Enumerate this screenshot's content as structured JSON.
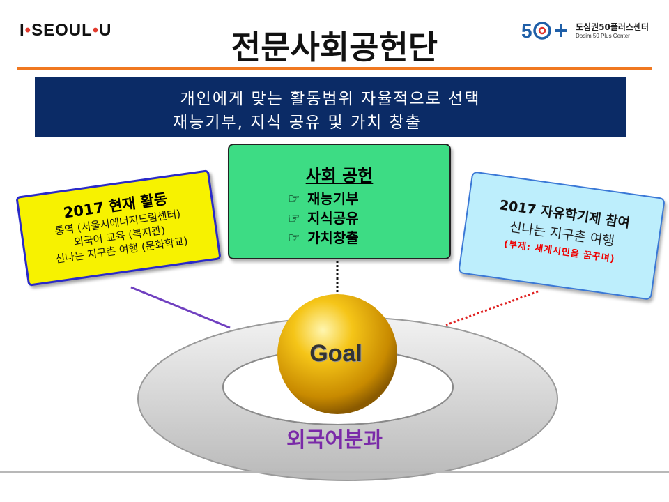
{
  "header": {
    "logo_left": {
      "part1": "I",
      "part2": "SEOUL",
      "part3": "U"
    },
    "logo_right": {
      "mark": "50",
      "name": "도심권50플러스센터",
      "sub": "Dosim 50 Plus Center"
    },
    "title": "전문사회공헌단"
  },
  "banner": {
    "line1": "개인에게 맞는 활동범위 자율적으로 선택",
    "line2": "재능기부, 지식 공유 및 가치 창출"
  },
  "left_note": {
    "title": "2017 현재 활동",
    "lines": [
      "통역 (서울시에너지드림센터)",
      "외국어 교육 (복지관)",
      "신나는 지구촌 여행 (문화학교)"
    ]
  },
  "center_box": {
    "title": "사회 공헌",
    "bullet_icon": "pointing-hand-icon",
    "items": [
      "재능기부",
      "지식공유",
      "가치창출"
    ]
  },
  "right_note": {
    "title": "2017 자유학기제 참여",
    "line": "신나는 지구촌 여행",
    "sub": "(부제: 세계시민을 꿈꾸며)"
  },
  "center": {
    "goal": "Goal",
    "ring_label": "외국어분과"
  },
  "colors": {
    "accent_orange": "#f07820",
    "banner_navy": "#0b2b66",
    "yellow_note": "#f7f200",
    "green_box": "#3ddc84",
    "blue_note": "#bdeefc",
    "ring_label": "#7a2aa8",
    "sphere": "#f2b400"
  }
}
